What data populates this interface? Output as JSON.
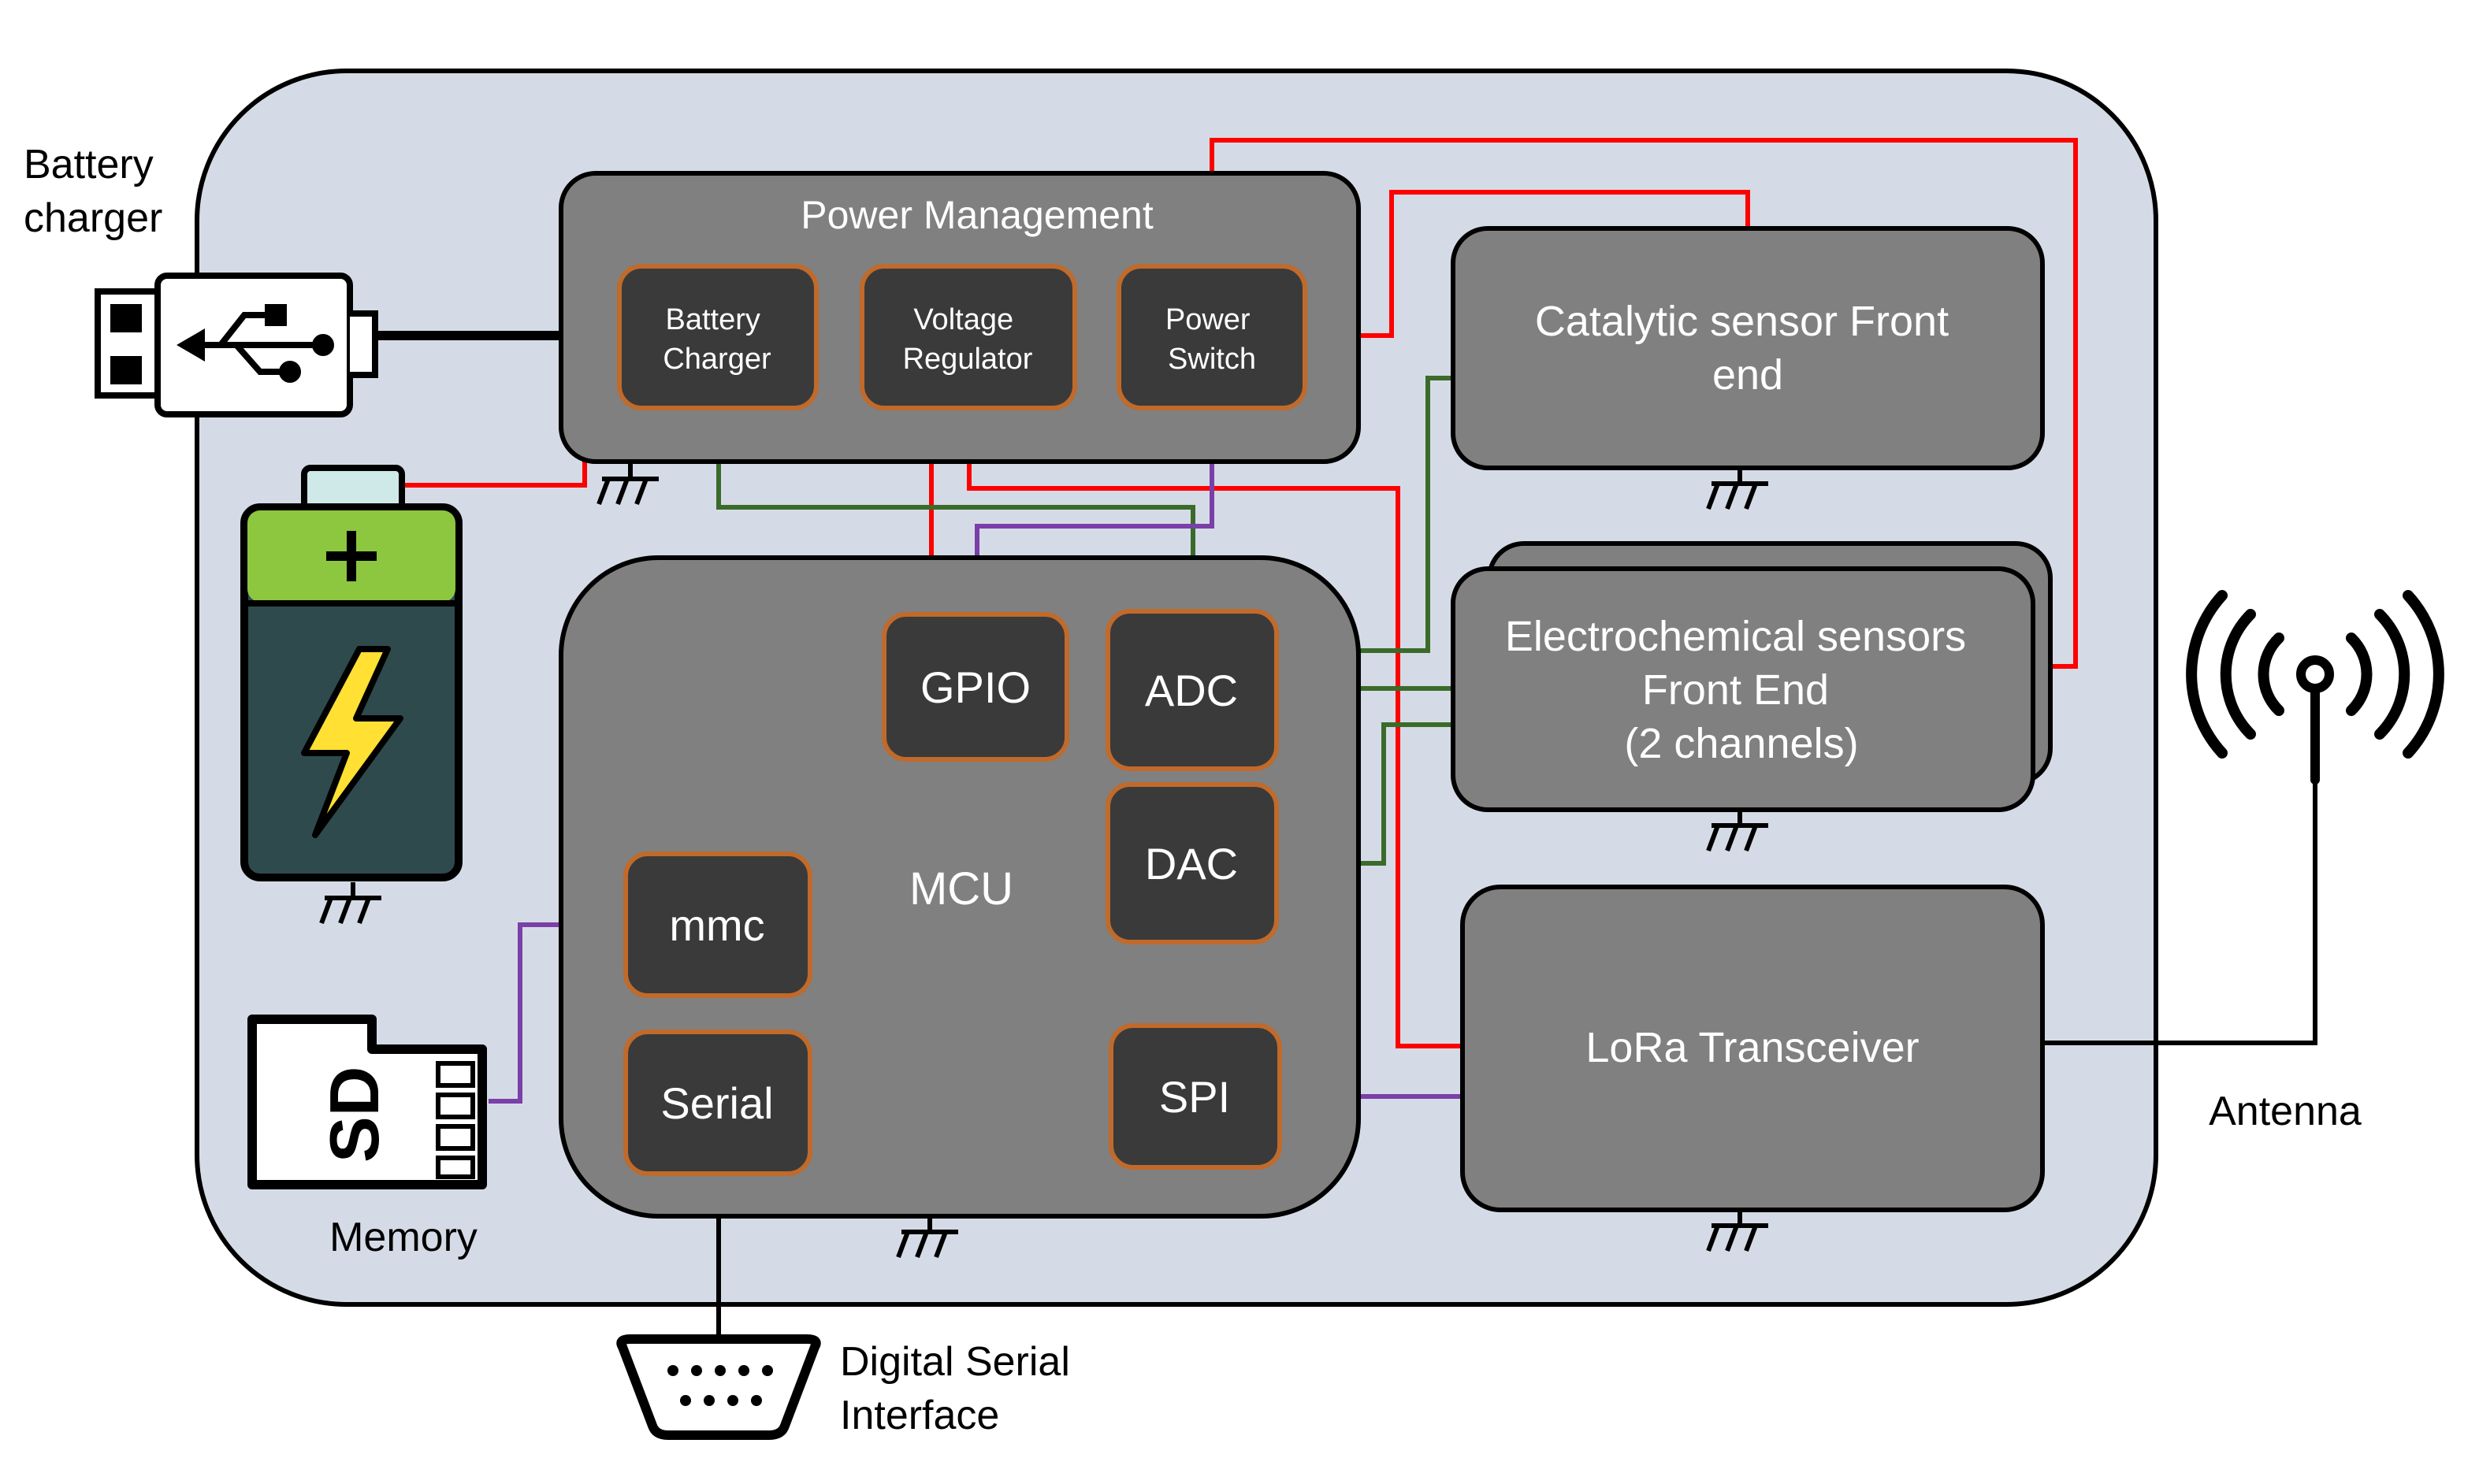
{
  "labels": {
    "battery_charger_ext": [
      "Battery",
      "charger"
    ],
    "power_management": "Power Management",
    "battery_charger_block": [
      "Battery",
      "Charger"
    ],
    "voltage_regulator": [
      "Voltage",
      "Regulator"
    ],
    "power_switch": [
      "Power",
      "Switch"
    ],
    "catalytic": [
      "Catalytic sensor Front",
      "end"
    ],
    "electrochemical": [
      "Electrochemical sensors",
      "Front End",
      "(2 channels)"
    ],
    "lora": "LoRa Transceiver",
    "gpio": "GPIO",
    "adc": "ADC",
    "dac": "DAC",
    "mcu": "MCU",
    "mmc": "mmc",
    "serial": "Serial",
    "spi": "SPI",
    "memory": "Memory",
    "antenna": "Antenna",
    "digital_serial": [
      "Digital Serial",
      "Interface"
    ]
  },
  "icons": {
    "usb": "usb-plug-icon",
    "battery": "battery-icon",
    "sd": "sd-card-icon",
    "antenna": "antenna-icon",
    "serial_port": "db9-connector-icon",
    "ground": "ground-icon"
  },
  "colors": {
    "board_bg": "#d5dbe6",
    "block_gray": "#808080",
    "inner_dark": "#3a3a3a",
    "inner_border": "#c06a2b",
    "power_line": "#ff0000",
    "analog_line": "#3a6b2a",
    "digital_line": "#7a3fa8",
    "black_line": "#000000"
  }
}
